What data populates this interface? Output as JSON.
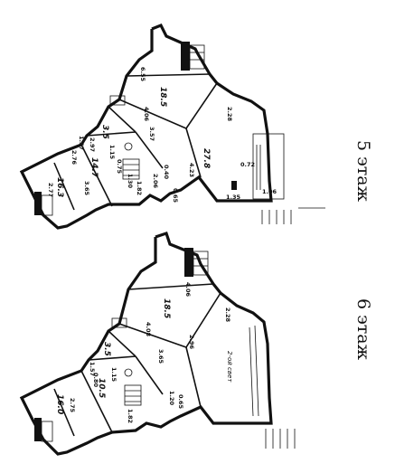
{
  "floors": [
    {
      "label": "5 этаж",
      "rooms": [
        {
          "id": "living",
          "area": "27.8"
        },
        {
          "id": "bedroom-top",
          "area": "18.5"
        },
        {
          "id": "bedroom-left",
          "area": "16.3"
        },
        {
          "id": "kitchen",
          "area": "14.7"
        },
        {
          "id": "bath",
          "area": "3.5"
        }
      ],
      "dims": [
        "6.55",
        "4.06",
        "3.57",
        "2.28",
        "4.23",
        "2.97",
        "1.57",
        "2.76",
        "3.65",
        "2.77",
        "0.72",
        "1.06",
        "1.35",
        "0.65",
        "2.06",
        "0.40",
        "1.15",
        "0.75",
        "1.30",
        "1.82"
      ]
    },
    {
      "label": "6 этаж",
      "rooms": [
        {
          "id": "living",
          "area": "18.5"
        },
        {
          "id": "bedroom-left",
          "area": "16.0"
        },
        {
          "id": "kitchen",
          "area": "10.5"
        },
        {
          "id": "bath",
          "area": "3.5"
        }
      ],
      "note": "2-ой свет",
      "dims": [
        "4.06",
        "4.08",
        "3.65",
        "2.28",
        "2.96",
        "1.57",
        "2.75",
        "0.65",
        "1.82",
        "1.20",
        "0.80",
        "1.15"
      ]
    }
  ]
}
